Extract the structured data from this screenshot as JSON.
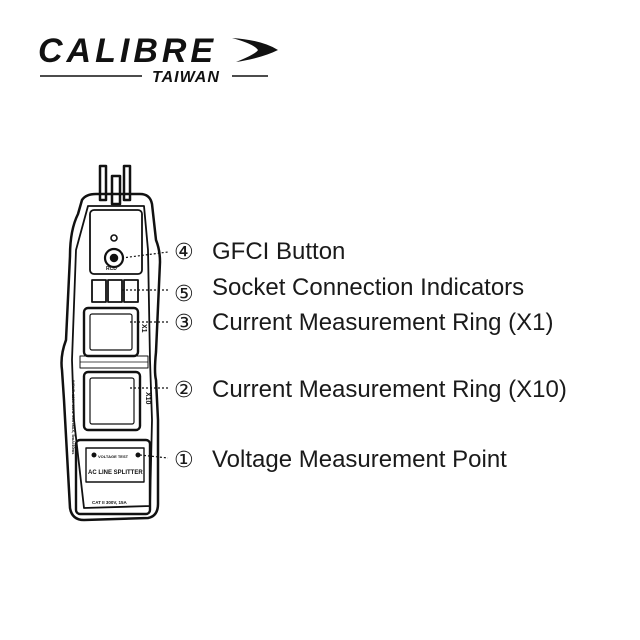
{
  "brand": {
    "name": "CALIBRE",
    "sub": "TAIWAN",
    "colors": {
      "ink": "#111111",
      "bg": "#ffffff"
    }
  },
  "device": {
    "rcd_label": "RCD",
    "x1_label": "X1",
    "x10_label": "X10",
    "input_label": "INPUT: 120V 60Hz 15A MAX, 5mA/40ms",
    "voltage_test_label": "VOLTAGE TEST",
    "product_label": "AC LINE SPLITTER",
    "rating_label": "CAT II 300V, 15A"
  },
  "callouts": [
    {
      "num": "④",
      "label": "GFCI Button"
    },
    {
      "num": "⑤",
      "label": "Socket Connection Indicators"
    },
    {
      "num": "③",
      "label": "Current Measurement Ring (X1)"
    },
    {
      "num": "②",
      "label": "Current Measurement Ring (X10)"
    },
    {
      "num": "①",
      "label": "Voltage Measurement Point"
    }
  ]
}
